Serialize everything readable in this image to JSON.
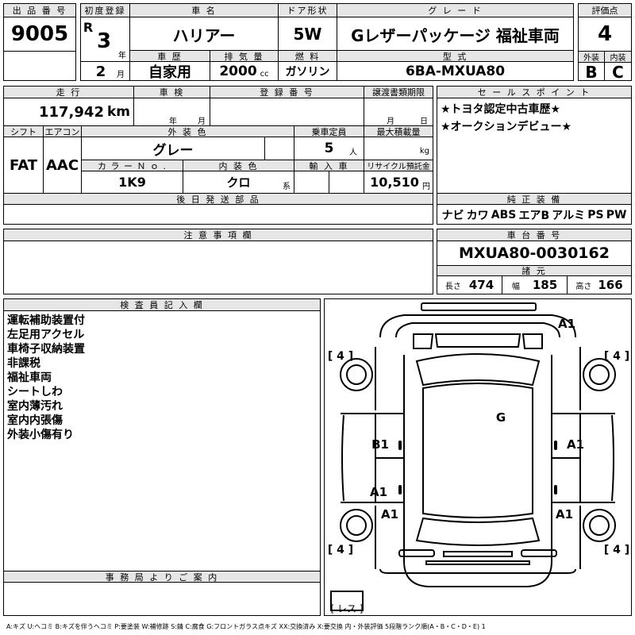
{
  "labels": {
    "lot_number": "出 品 番 号",
    "first_registration": "初度登録",
    "car_name": "車 名",
    "door_type": "ドア形状",
    "grade": "グ レ ー ド",
    "score": "評価点",
    "year_suffix": "年",
    "month_suffix": "月",
    "history": "車 歴",
    "displacement": "排 気 量",
    "fuel": "燃 料",
    "model_code": "型 式",
    "exterior": "外装",
    "interior": "内装",
    "mileage": "走 行",
    "inspection": "車 検",
    "registration_number": "登 録 番 号",
    "transfer_deadline": "譲渡書類期限",
    "sales_point": "セ ー ル ス ポ イ ン ト",
    "shift": "シフト",
    "aircon": "エアコン",
    "exterior_color": "外 装 色",
    "capacity": "乗車定員",
    "max_load": "最大積載量",
    "color_no": "カ ラ ー Ｎ ｏ .",
    "interior_color": "内 装 色",
    "import": "輸 入 車",
    "recycle": "リサイクル預託金",
    "later_parts": "後 日 発 送 部 品",
    "genuine_equipment": "純 正 装 備",
    "notes": "注 意 事 項 欄",
    "chassis_number": "車 台 番 号",
    "specs": "諸 元",
    "length": "長さ",
    "width": "幅",
    "height": "高さ",
    "inspector_notes": "検 査 員 記 入 欄",
    "office_notes": "事 務 局 よ り ご 案 内",
    "month_unit": "月",
    "day_unit": "日",
    "person_unit": "人",
    "kg_unit": "kg",
    "yen_unit": "円",
    "kei_unit": "系",
    "cc_unit": "cc"
  },
  "vehicle": {
    "lot_number": "9005",
    "era": "R",
    "year": "3",
    "month": "2",
    "car_name": "ハリアー",
    "door_type": "5W",
    "grade": "Gレザーパッケージ 福祉車両",
    "score": "4",
    "history": "自家用",
    "displacement": "2000",
    "fuel": "ガソリン",
    "model_code": "6BA-MXUA80",
    "exterior_grade": "B",
    "interior_grade": "C",
    "mileage": "117,942",
    "mileage_unit": "km",
    "inspection_year": "年",
    "inspection_month": "月",
    "shift": "FAT",
    "aircon": "AAC",
    "exterior_color": "グレー",
    "capacity": "5",
    "color_no": "1K9",
    "interior_color": "クロ",
    "recycle": "10,510",
    "chassis_number": "MXUA80-0030162",
    "length": "474",
    "width": "185",
    "height": "166"
  },
  "sales_points": [
    "★トヨタ認定中古車歴★",
    "★オークションデビュー★"
  ],
  "equipment": [
    "ナビ",
    "カワ",
    "ABS",
    "エアB",
    "アルミ",
    "PS",
    "PW"
  ],
  "inspector_notes": [
    "運転補助装置付",
    "左足用アクセル",
    "車椅子収納装置",
    "非課税",
    "福祉車両",
    "シートしわ",
    "室内薄汚れ",
    "室内内張傷",
    "外装小傷有り"
  ],
  "diagram": {
    "tire_fl": "[ 4 ]",
    "tire_fr": "[ 4 ]",
    "tire_rl": "[ 4 ]",
    "tire_rr": "[ 4 ]",
    "spare": "[ レス ]",
    "marks": {
      "front_right": "A1",
      "roof": "G",
      "left_front_door": "B1",
      "right_front_door": "A1",
      "left_rear_door": "A1",
      "left_rear_fender": "A1",
      "right_rear_fender": "A1"
    }
  },
  "legend": "A:キズ U:ヘコミ B:キズを伴うヘコミ P:要塗装 W:補修跡 S:錆 C:腐食 G:フロントガラス点キズ XX:交換済み X:要交換 内・外装評価 5段階ランク順(A・B・C・D・E) 1"
}
